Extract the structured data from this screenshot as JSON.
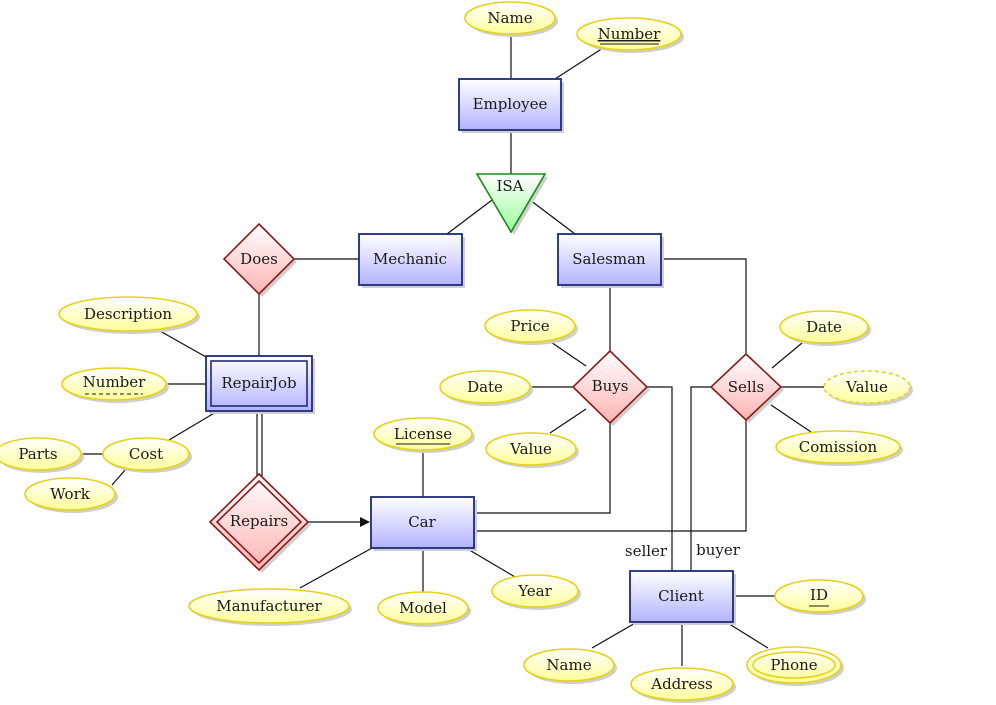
{
  "diagram": {
    "entities": {
      "employee": "Employee",
      "mechanic": "Mechanic",
      "salesman": "Salesman",
      "repairjob": "RepairJob",
      "car": "Car",
      "client": "Client"
    },
    "isa": "ISA",
    "relationships": {
      "does": "Does",
      "repairs": "Repairs",
      "buys": "Buys",
      "sells": "Sells"
    },
    "attributes": {
      "employee_name": "Name",
      "employee_number": "Number",
      "repair_description": "Description",
      "repair_number": "Number",
      "repair_cost": "Cost",
      "cost_parts": "Parts",
      "cost_work": "Work",
      "car_license": "License",
      "car_manufacturer": "Manufacturer",
      "car_model": "Model",
      "car_year": "Year",
      "buys_price": "Price",
      "buys_date": "Date",
      "buys_value": "Value",
      "sells_date": "Date",
      "sells_value": "Value",
      "sells_comission": "Comission",
      "client_id": "ID",
      "client_name": "Name",
      "client_address": "Address",
      "client_phone": "Phone"
    },
    "roles": {
      "seller": "seller",
      "buyer": "buyer"
    }
  }
}
